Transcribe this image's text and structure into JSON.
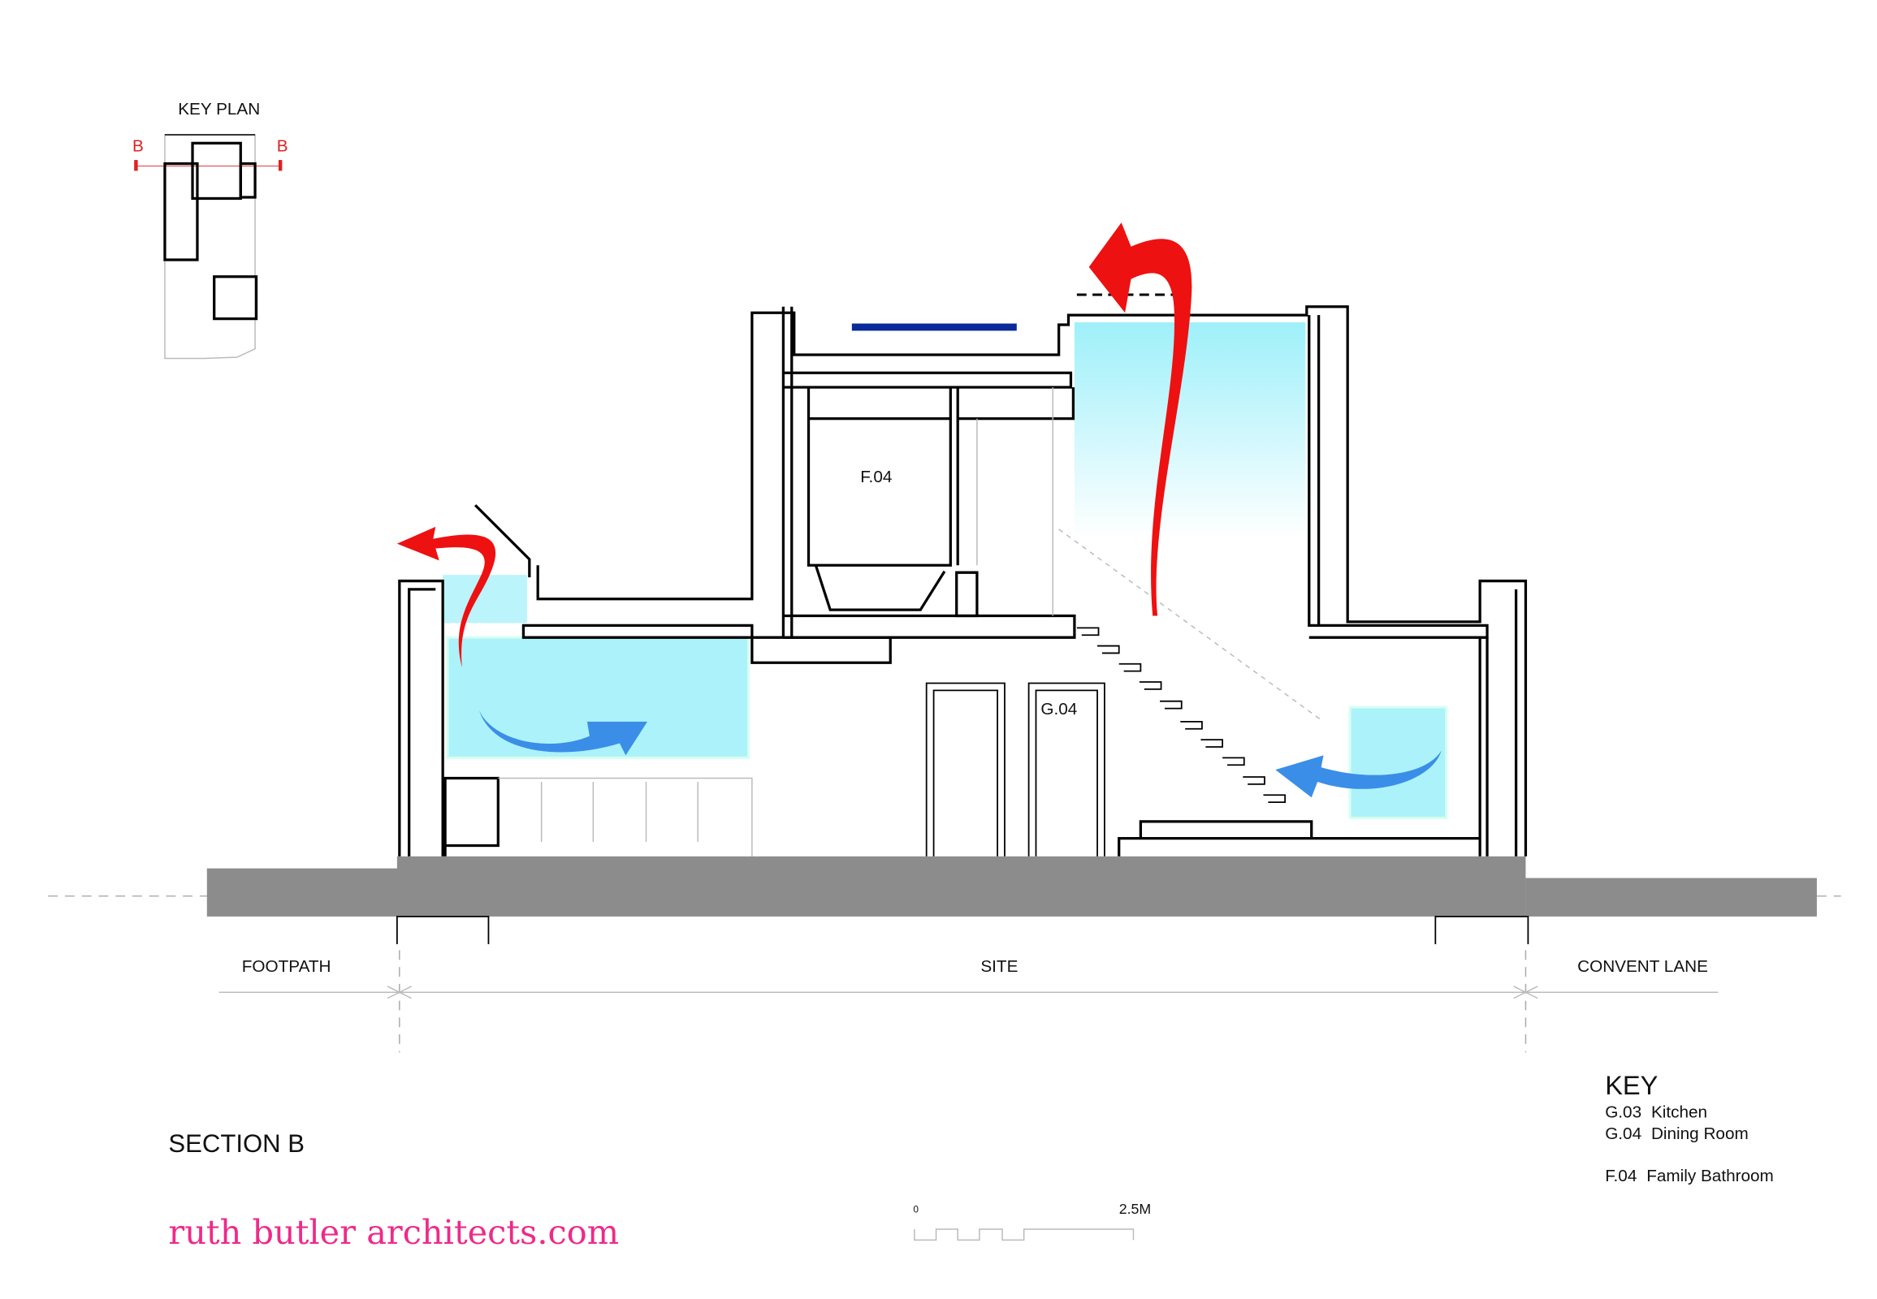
{
  "key_plan": {
    "title": "KEY PLAN",
    "left_marker": "B",
    "right_marker": "B"
  },
  "rooms": {
    "upper": "F.04",
    "lower": "G.04"
  },
  "zones": {
    "left": "FOOTPATH",
    "center": "SITE",
    "right": "CONVENT LANE"
  },
  "section_title": "SECTION B",
  "brand": "ruth butler architects.com",
  "scale_bar": {
    "start": "0",
    "end": "2.5M"
  },
  "key": {
    "title": "KEY",
    "items": [
      {
        "code": "G.03",
        "label": "Kitchen"
      },
      {
        "code": "G.04",
        "label": "Dining Room"
      },
      {
        "code": "F.04",
        "label": "Family Bathroom"
      }
    ]
  },
  "colors": {
    "hot_air": "#ee1111",
    "cool_air": "#3a8ee8",
    "glazing": "#9ef0fa",
    "brand": "#ee2a8a",
    "ground": "#8c8c8c",
    "marker": "#dd2222"
  }
}
